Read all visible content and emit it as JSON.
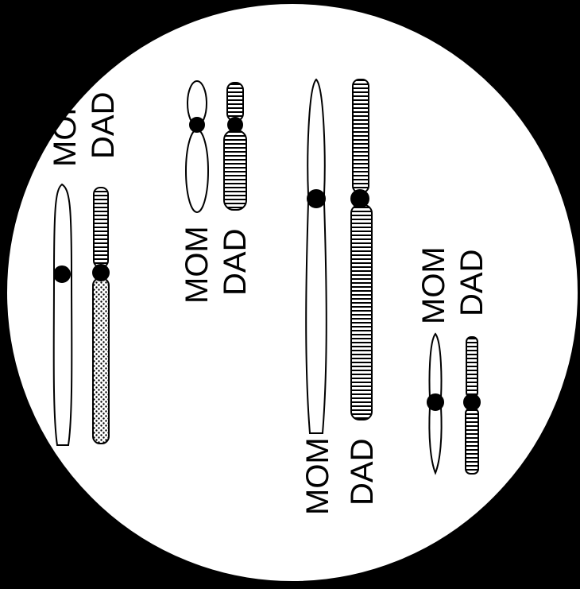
{
  "labels": {
    "pair1": {
      "mom": "MOM",
      "dad": "DAD"
    },
    "pair2": {
      "mom": "MOM",
      "dad": "DAD"
    },
    "pair3": {
      "mom": "MOM",
      "dad": "DAD"
    },
    "pair4": {
      "mom": "MOM",
      "dad": "DAD"
    }
  },
  "colors": {
    "background": "#000000",
    "field": "#ffffff",
    "ink": "#000000"
  }
}
